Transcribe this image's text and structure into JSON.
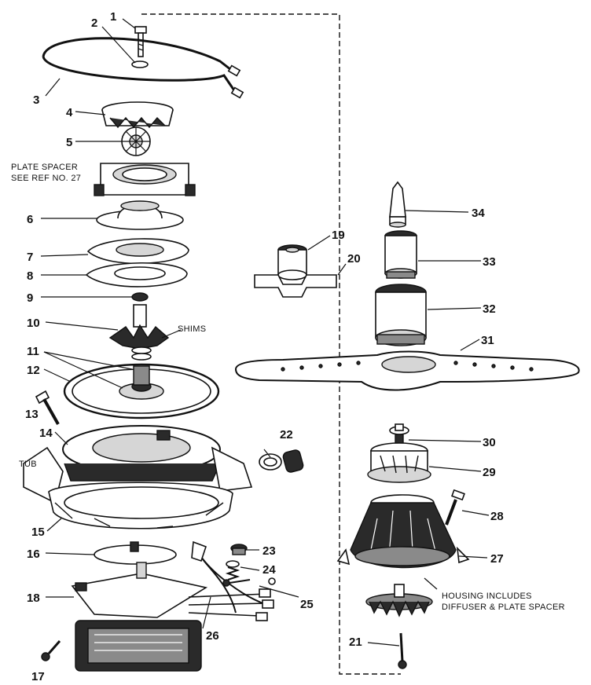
{
  "parts": [
    {
      "id": "1",
      "label": "1"
    },
    {
      "id": "2",
      "label": "2"
    },
    {
      "id": "3",
      "label": "3"
    },
    {
      "id": "4",
      "label": "4"
    },
    {
      "id": "5",
      "label": "5"
    },
    {
      "id": "6",
      "label": "6"
    },
    {
      "id": "7",
      "label": "7"
    },
    {
      "id": "8",
      "label": "8"
    },
    {
      "id": "9",
      "label": "9"
    },
    {
      "id": "10",
      "label": "10"
    },
    {
      "id": "11",
      "label": "11"
    },
    {
      "id": "12",
      "label": "12"
    },
    {
      "id": "13",
      "label": "13"
    },
    {
      "id": "14",
      "label": "14"
    },
    {
      "id": "15",
      "label": "15"
    },
    {
      "id": "16",
      "label": "16"
    },
    {
      "id": "17",
      "label": "17"
    },
    {
      "id": "18",
      "label": "18"
    },
    {
      "id": "19",
      "label": "19"
    },
    {
      "id": "20",
      "label": "20"
    },
    {
      "id": "21",
      "label": "21"
    },
    {
      "id": "22",
      "label": "22"
    },
    {
      "id": "23",
      "label": "23"
    },
    {
      "id": "24",
      "label": "24"
    },
    {
      "id": "25",
      "label": "25"
    },
    {
      "id": "26",
      "label": "26"
    },
    {
      "id": "27",
      "label": "27"
    },
    {
      "id": "28",
      "label": "28"
    },
    {
      "id": "29",
      "label": "29"
    },
    {
      "id": "30",
      "label": "30"
    },
    {
      "id": "31",
      "label": "31"
    },
    {
      "id": "32",
      "label": "32"
    },
    {
      "id": "33",
      "label": "33"
    },
    {
      "id": "34",
      "label": "34"
    }
  ],
  "notes": {
    "plate_spacer_line1": "PLATE SPACER",
    "plate_spacer_line2": "SEE REF NO. 27",
    "shims": "SHIMS",
    "tub": "TUB",
    "housing_line1": "HOUSING INCLUDES",
    "housing_line2": "DIFFUSER & PLATE SPACER"
  }
}
